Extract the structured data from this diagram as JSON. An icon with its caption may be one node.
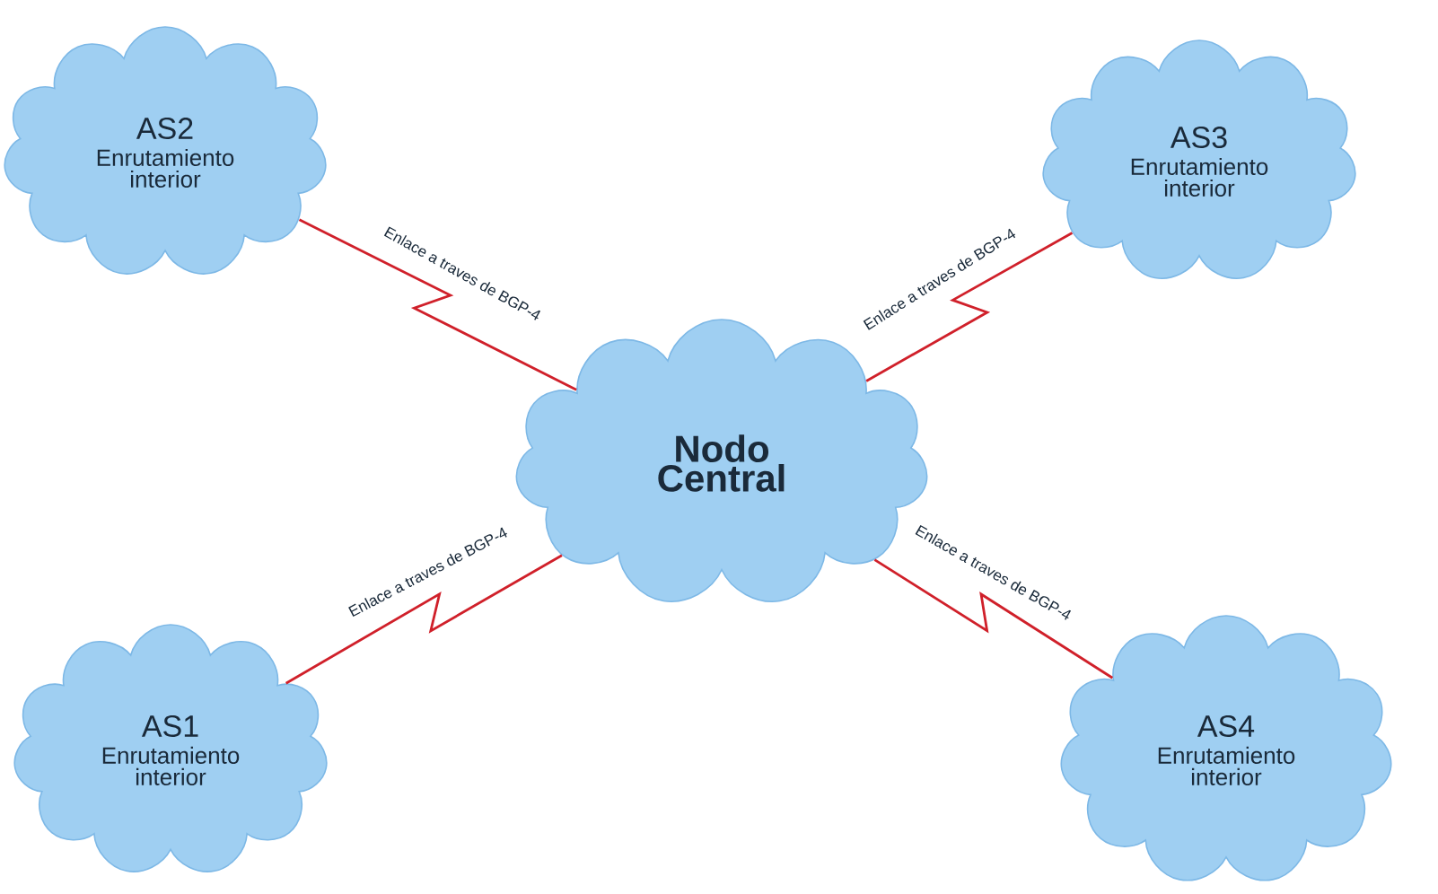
{
  "diagram": {
    "nodes": [
      {
        "text": [
          "AS2",
          "Enrutamiento interior"
        ]
      },
      {
        "text": [
          "AS3",
          "Enrutamiento interior"
        ]
      },
      {
        "text": [
          "Nodo Central"
        ]
      },
      {
        "text": [
          "AS1",
          "Enrutamiento interior"
        ]
      },
      {
        "text": [
          "AS4",
          "Enrutamiento interior"
        ]
      }
    ],
    "edges": [
      {
        "from": 0,
        "to": 2,
        "arrow": "none",
        "label": "Enlace a traves de BGP-4"
      },
      {
        "from": 1,
        "to": 2,
        "arrow": "none",
        "label": "Enlace a traves de BGP-4"
      },
      {
        "from": 3,
        "to": 2,
        "arrow": "none",
        "label": "Enlace a traves de BGP-4"
      },
      {
        "from": 4,
        "to": 2,
        "arrow": "none",
        "label": "Enlace a traves de BGP-4"
      }
    ]
  }
}
